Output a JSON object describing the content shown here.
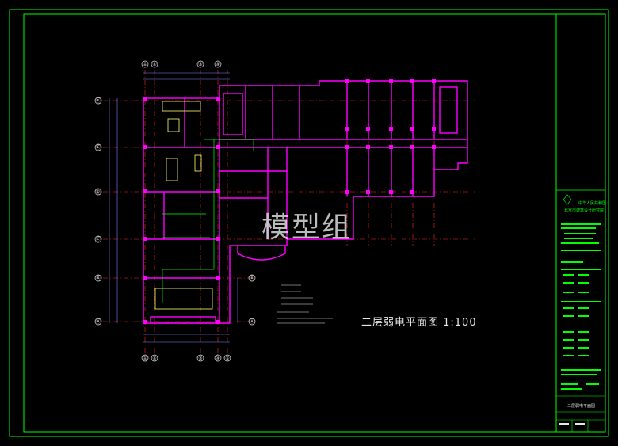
{
  "drawing": {
    "title": "二层弱电平面图  1:100",
    "watermark": "模型组",
    "colors": {
      "frame": "#00ff00",
      "wall": "#ff00ff",
      "axis": "#ff2a2a",
      "dimension": "#8080ff",
      "annotation": "#ffffff",
      "bubble": "#ffffff",
      "room": "#ffff66"
    }
  },
  "grid": {
    "columns": [
      "①",
      "②",
      "③",
      "④",
      "⑤"
    ],
    "rows": [
      "Ⓐ",
      "Ⓑ",
      "Ⓒ",
      "Ⓓ",
      "Ⓔ",
      "Ⓕ"
    ]
  },
  "title_block": {
    "org_line1": "中华人民共和国",
    "org_line2": "北京市建筑设计研究院",
    "sheet_name": "二层弱电平面图"
  }
}
